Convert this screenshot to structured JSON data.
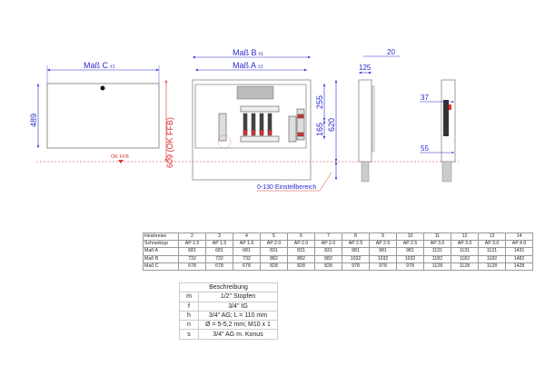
{
  "drawing": {
    "left_view": {
      "width_label": "Maß C",
      "tol": "±1",
      "height": "489",
      "floor_label": "OK FFB"
    },
    "front_view": {
      "outer_label": "Maß B",
      "outer_tol": "±1",
      "inner_label": "Maß A",
      "inner_tol": "±1",
      "floor_height": "609 (OK FFB)",
      "dim_255": "255",
      "dim_165": "165",
      "dim_620": "620",
      "adjust_label": "0-130 Einstellbereich"
    },
    "side_view": {
      "depth": "125",
      "door": "20"
    },
    "right_view": {
      "dim_37": "37",
      "dim_55": "55"
    },
    "colors": {
      "dimension": "#2b2bd0",
      "floor": "#e03030"
    }
  },
  "sizes_table": {
    "rows": [
      {
        "label": "Heizkreise",
        "values": [
          "2",
          "3",
          "4",
          "5",
          "6",
          "7",
          "8",
          "9",
          "10",
          "11",
          "12",
          "13",
          "14"
        ]
      },
      {
        "label": "Schranktyp",
        "values": [
          "AP 1.5",
          "AP 1.5",
          "AP 1.5",
          "AP 2.0",
          "AP 2.0",
          "AP 2.0",
          "AP 2.5",
          "AP 2.5",
          "AP 2.5",
          "AP 3.0",
          "AP 3.0",
          "AP 3.0",
          "AP 4.0"
        ]
      },
      {
        "label": "Maß A",
        "values": [
          "681",
          "681",
          "681",
          "831",
          "831",
          "831",
          "981",
          "981",
          "981",
          "1131",
          "1131",
          "1131",
          "1431"
        ]
      },
      {
        "label": "Maß B",
        "values": [
          "732",
          "732",
          "732",
          "882",
          "882",
          "882",
          "1032",
          "1032",
          "1032",
          "1182",
          "1182",
          "1182",
          "1482"
        ]
      },
      {
        "label": "Maß C",
        "values": [
          "678",
          "678",
          "678",
          "828",
          "828",
          "828",
          "978",
          "978",
          "978",
          "1128",
          "1128",
          "1128",
          "1428"
        ]
      }
    ]
  },
  "description_table": {
    "title": "Beschreibung",
    "rows": [
      {
        "key": "m",
        "text": "1/2\" Stopfen"
      },
      {
        "key": "f",
        "text": "3/4\" IG"
      },
      {
        "key": "h",
        "text": "3/4\" AG; L = 110 mm"
      },
      {
        "key": "n",
        "text": "Ø = 5-5,2 mm; M10 x 1"
      },
      {
        "key": "s",
        "text": "3/4\" AG m. Konus"
      }
    ]
  }
}
